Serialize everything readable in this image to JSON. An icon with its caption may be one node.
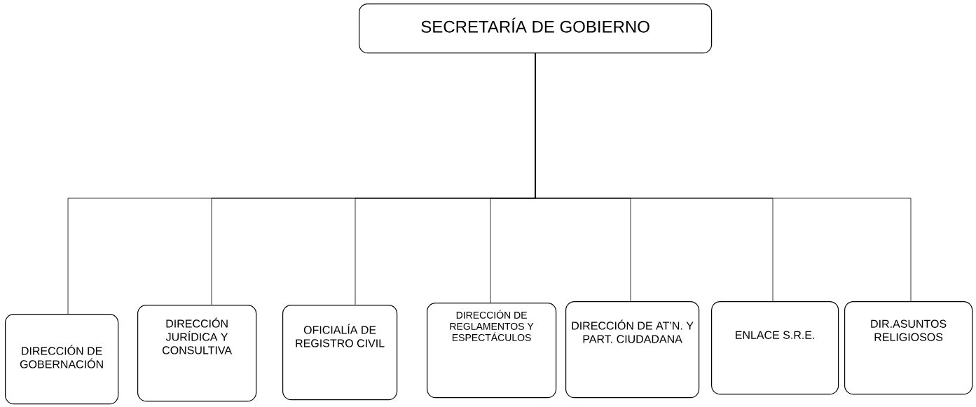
{
  "diagram": {
    "nodes": [
      {
        "text": [
          "SECRETARÍA DE GOBIERNO"
        ]
      },
      {
        "text": [
          "DIRECCIÓN DE GOBERNACIÓN"
        ]
      },
      {
        "text": [
          "DIRECCIÓN JURÍDICA Y CONSULTIVA"
        ]
      },
      {
        "text": [
          "OFICIALÍA DE REGISTRO CIVIL"
        ]
      },
      {
        "text": [
          "DIRECCIÓN DE REGLAMENTOS Y ESPECTÁCULOS"
        ]
      },
      {
        "text": [
          "DIRECCIÓN DE AT’N. Y PART. CIUDADANA"
        ]
      },
      {
        "text": [
          "ENLACE S.R.E."
        ]
      },
      {
        "text": [
          "DIR.ASUNTOS RELIGIOSOS"
        ]
      }
    ],
    "edges": [
      {
        "from": 0,
        "to": 1,
        "arrow": "none"
      },
      {
        "from": 0,
        "to": 2,
        "arrow": "none"
      },
      {
        "from": 0,
        "to": 3,
        "arrow": "none"
      },
      {
        "from": 0,
        "to": 4,
        "arrow": "none"
      },
      {
        "from": 0,
        "to": 5,
        "arrow": "none"
      },
      {
        "from": 0,
        "to": 6,
        "arrow": "none"
      },
      {
        "from": 0,
        "to": 7,
        "arrow": "none"
      }
    ]
  }
}
